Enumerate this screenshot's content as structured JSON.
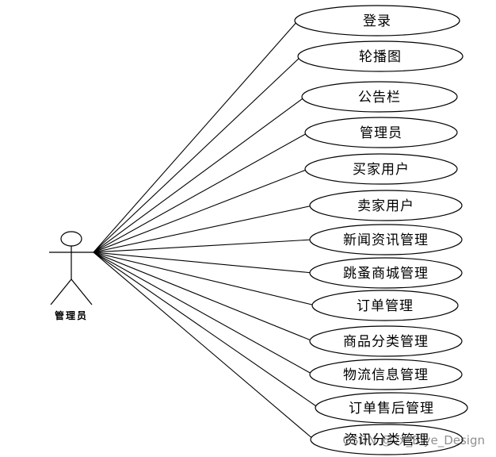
{
  "actor": {
    "label": "管理员"
  },
  "use_cases": [
    "登录",
    "轮播图",
    "公告栏",
    "管理员",
    "买家用户",
    "卖家用户",
    "新闻资讯管理",
    "跳蚤商城管理",
    "订单管理",
    "商品分类管理",
    "物流信息管理",
    "订单售后管理",
    "资讯分类管理"
  ],
  "watermark": "CSDN @vx_Biye_Design",
  "colors": {
    "stroke": "#000000",
    "fill": "#ffffff"
  }
}
